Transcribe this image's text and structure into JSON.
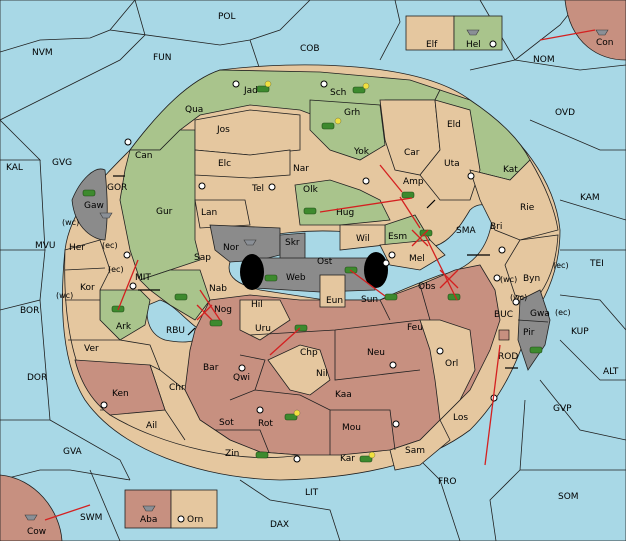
{
  "colors": {
    "sea": "#a8d8e6",
    "green": "#a9c48c",
    "tan": "#e5c79f",
    "red": "#c79080",
    "grey": "#8b8b8b",
    "arrow": "#d42020",
    "unit": "#3d8a2e"
  },
  "sea_labels": [
    "POL",
    "NVM",
    "FUN",
    "COB",
    "NOM",
    "OVD",
    "KAL",
    "GVG",
    "GOR",
    "MVU",
    "BOR",
    "MIT",
    "RBU",
    "DOR",
    "GVA",
    "SWM",
    "LIT",
    "DAX",
    "FRO",
    "SOM",
    "GVP",
    "ALT",
    "KUP",
    "TEI",
    "KAM",
    "SMA",
    "BUC",
    "ROD"
  ],
  "coast_labels": [
    "(wc)",
    "(ec)",
    "(ec)",
    "(wc)",
    "(wc)",
    "(ec)",
    "(ec)",
    "(wc)"
  ],
  "green_labels": [
    "Jad",
    "Sch",
    "Grh",
    "Qua",
    "Jos",
    "Can",
    "Yok",
    "Nar",
    "Olk",
    "Tel",
    "Gur",
    "Hug",
    "Esm",
    "Sap",
    "Nab",
    "Ark",
    "Gaw",
    "Kat",
    "Hel"
  ],
  "tan_labels": [
    "Elf",
    "Eld",
    "Car",
    "Uta",
    "Amp",
    "Elc",
    "Lan",
    "Wil",
    "Rie",
    "Bri",
    "Byn",
    "Mel",
    "Hil",
    "Eun",
    "Her",
    "Kor",
    "Ver",
    "Ken",
    "Chr",
    "Ail",
    "Nil",
    "Sam",
    "Orn"
  ],
  "red_labels": [
    "Nog",
    "Uru",
    "Feu",
    "Obs",
    "Sun",
    "Chp",
    "Neu",
    "Orl",
    "Bar",
    "Qwi",
    "Kaa",
    "Rot",
    "Sot",
    "Mou",
    "Los",
    "Zin",
    "Kar",
    "Aba",
    "Con",
    "Cow"
  ],
  "grey_labels": [
    "Nor",
    "Skr",
    "Ost",
    "Web",
    "Pir",
    "Gwa"
  ]
}
